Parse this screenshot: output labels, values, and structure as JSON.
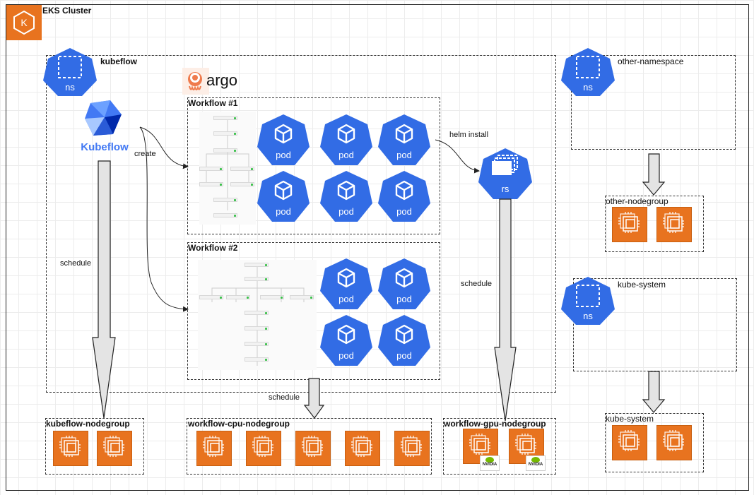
{
  "cluster": {
    "title": "EKS Cluster"
  },
  "namespaces": {
    "kubeflow": "kubeflow",
    "other": "other-namespace",
    "kube_system": "kube-system"
  },
  "icons": {
    "ns": "ns",
    "pod": "pod",
    "rs": "rs"
  },
  "logos": {
    "kubeflow": "Kubeflow",
    "argo": "argo",
    "nvidia": "NVIDIA"
  },
  "workflows": {
    "wf1": "Workflow #1",
    "wf2": "Workflow #2"
  },
  "edges": {
    "create": "create",
    "helm_install": "helm install",
    "schedule_left": "schedule",
    "schedule_middle": "schedule",
    "schedule_gpu": "schedule"
  },
  "nodegroups": {
    "kubeflow": "kubeflow-nodegroup",
    "workflow_cpu": "workflow-cpu-nodegroup",
    "workflow_gpu": "workflow-gpu-nodegroup",
    "other": "other-nodegroup",
    "kube_system": "kube-system"
  },
  "colors": {
    "k8s_blue": "#326ce5",
    "aws_orange": "#e8731f",
    "nvidia_green": "#76b900"
  }
}
